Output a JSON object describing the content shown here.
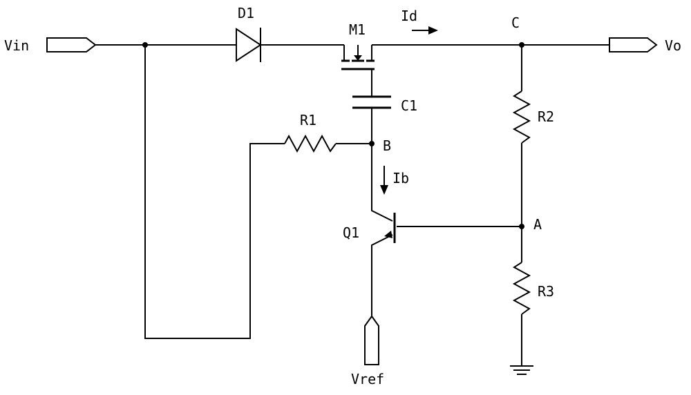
{
  "ports": {
    "vin": "Vin",
    "vo": "Vo",
    "vref": "Vref"
  },
  "components": {
    "d1": "D1",
    "m1": "M1",
    "c1": "C1",
    "r1": "R1",
    "r2": "R2",
    "r3": "R3",
    "q1": "Q1"
  },
  "nodes": {
    "a": "A",
    "b": "B",
    "c": "C"
  },
  "currents": {
    "id": "Id",
    "ib": "Ib"
  }
}
